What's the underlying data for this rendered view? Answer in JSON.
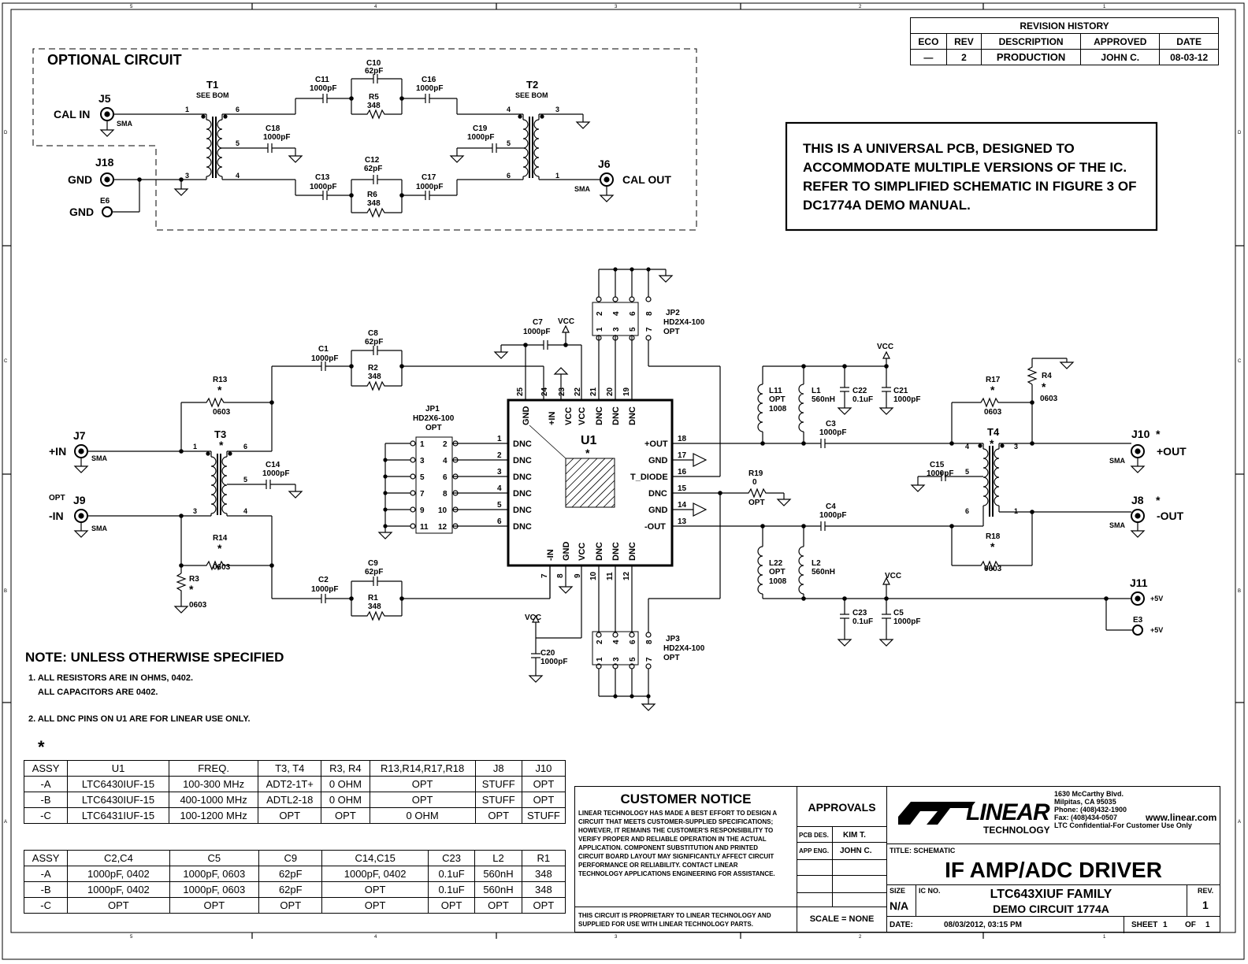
{
  "optional_title": "OPTIONAL CIRCUIT",
  "universal_note": [
    "THIS IS A UNIVERSAL PCB, DESIGNED TO",
    "ACCOMMODATE MULTIPLE VERSIONS OF THE IC.",
    "REFER TO SIMPLIFIED SCHEMATIC IN FIGURE 3 OF",
    "DC1774A DEMO MANUAL."
  ],
  "revision": {
    "title": "REVISION HISTORY",
    "headers": [
      "ECO",
      "REV",
      "DESCRIPTION",
      "APPROVED",
      "DATE"
    ],
    "row": [
      "—",
      "2",
      "PRODUCTION",
      "JOHN C.",
      "08-03-12"
    ]
  },
  "labels": {
    "cal_in": "CAL IN",
    "gnd": "GND",
    "cal_out": "CAL OUT",
    "in_p": "+IN",
    "in_n": "-IN",
    "opt": "OPT",
    "out_p": "+OUT",
    "out_n": "-OUT",
    "v5": "+5V",
    "sma": "SMA",
    "vcc": "VCC",
    "star": "*"
  },
  "parts": {
    "J5": "J5",
    "J18": "J18",
    "E6": "E6",
    "J6": "J6",
    "J7": "J7",
    "J9": "J9",
    "J10": "J10",
    "J8": "J8",
    "J11": "J11",
    "E3": "E3",
    "T1": "T1",
    "T2": "T2",
    "T3": "T3",
    "T4": "T4",
    "see_bom": "SEE BOM",
    "C10": "C10",
    "C11": "C11",
    "C12": "C12",
    "C13": "C13",
    "C16": "C16",
    "C17": "C17",
    "C18": "C18",
    "C19": "C19",
    "R5": "R5",
    "R6": "R6",
    "C1": "C1",
    "C2": "C2",
    "C8": "C8",
    "C9": "C9",
    "R1": "R1",
    "R2": "R2",
    "R13": "R13",
    "R14": "R14",
    "R3": "R3",
    "C14": "C14",
    "C7": "C7",
    "C20": "C20",
    "JP1": "JP1",
    "JP2": "JP2",
    "JP3": "JP3",
    "U1": "U1",
    "L11": "L11",
    "L1": "L1",
    "C22": "C22",
    "C21": "C21",
    "R17": "R17",
    "R4": "R4",
    "C3": "C3",
    "C15": "C15",
    "R19": "R19",
    "C4": "C4",
    "R18": "R18",
    "L22": "L22",
    "L2": "L2",
    "C23": "C23",
    "C5": "C5"
  },
  "values": {
    "v1000pF": "1000pF",
    "v62pF": "62pF",
    "v348": "348",
    "v0603": "0603",
    "v0": "0",
    "opt": "OPT",
    "v0_1uF": "0.1uF",
    "v560nH": "560nH",
    "v1008": "1008",
    "hd2x6": "HD2X6-100",
    "hd2x4": "HD2X4-100"
  },
  "pin_numbers": {
    "t1_1": "1",
    "t1_3": "3",
    "t1_5": "5",
    "t1_6": "6",
    "t1_4": "4"
  },
  "u1_pins_left": [
    "DNC",
    "DNC",
    "DNC",
    "DNC",
    "DNC",
    "DNC"
  ],
  "u1_pins_left_num": [
    "1",
    "2",
    "3",
    "4",
    "5",
    "6"
  ],
  "u1_pins_right": [
    "+OUT",
    "GND",
    "T_DIODE",
    "DNC",
    "GND",
    "-OUT"
  ],
  "u1_pins_right_num": [
    "18",
    "17",
    "16",
    "15",
    "14",
    "13"
  ],
  "u1_pins_top": [
    "GND",
    "+IN",
    "VCC",
    "VCC",
    "DNC",
    "DNC",
    "DNC"
  ],
  "u1_pins_top_num": [
    "25",
    "24",
    "23",
    "22",
    "21",
    "20",
    "19"
  ],
  "u1_pins_bottom": [
    "-IN",
    "GND",
    "VCC",
    "DNC",
    "DNC",
    "DNC"
  ],
  "u1_pins_bottom_num": [
    "7",
    "8",
    "9",
    "10",
    "11",
    "12"
  ],
  "jp1_left": [
    "1",
    "3",
    "5",
    "7",
    "9",
    "11"
  ],
  "jp1_right": [
    "2",
    "4",
    "6",
    "8",
    "10",
    "12"
  ],
  "jp_top": [
    "2",
    "4",
    "6",
    "8"
  ],
  "jp_bot": [
    "1",
    "3",
    "5",
    "7"
  ],
  "notes": {
    "title": "NOTE: UNLESS OTHERWISE SPECIFIED",
    "n1a": "1. ALL RESISTORS ARE IN OHMS, 0402.",
    "n1b": "ALL CAPACITORS ARE 0402.",
    "n2": "2. ALL DNC PINS ON U1 ARE FOR LINEAR USE ONLY.",
    "star": "*"
  },
  "bom1": {
    "headers": [
      "ASSY",
      "U1",
      "FREQ.",
      "T3, T4",
      "R3, R4",
      "R13,R14,R17,R18",
      "J8",
      "J10"
    ],
    "rows": [
      [
        "-A",
        "LTC6430IUF-15",
        "100-300 MHz",
        "ADT2-1T+",
        "0 OHM",
        "OPT",
        "STUFF",
        "OPT"
      ],
      [
        "-B",
        "LTC6430IUF-15",
        "400-1000 MHz",
        "ADTL2-18",
        "0 OHM",
        "OPT",
        "STUFF",
        "OPT"
      ],
      [
        "-C",
        "LTC6431IUF-15",
        "100-1200 MHz",
        "OPT",
        "OPT",
        "0 OHM",
        "OPT",
        "STUFF"
      ]
    ]
  },
  "bom2": {
    "headers": [
      "ASSY",
      "C2,C4",
      "C5",
      "C9",
      "C14,C15",
      "C23",
      "L2",
      "R1"
    ],
    "rows": [
      [
        "-A",
        "1000pF, 0402",
        "1000pF, 0603",
        "62pF",
        "1000pF, 0402",
        "0.1uF",
        "560nH",
        "348"
      ],
      [
        "-B",
        "1000pF, 0402",
        "1000pF, 0603",
        "62pF",
        "OPT",
        "0.1uF",
        "560nH",
        "348"
      ],
      [
        "-C",
        "OPT",
        "OPT",
        "OPT",
        "OPT",
        "OPT",
        "OPT",
        "OPT"
      ]
    ]
  },
  "title_block": {
    "customer_notice": "CUSTOMER NOTICE",
    "notice_text": [
      "LINEAR TECHNOLOGY HAS MADE A BEST EFFORT TO DESIGN A",
      "CIRCUIT THAT MEETS CUSTOMER-SUPPLIED SPECIFICATIONS;",
      "HOWEVER, IT REMAINS THE CUSTOMER'S RESPONSIBILITY TO",
      "VERIFY PROPER AND RELIABLE OPERATION IN THE ACTUAL",
      "APPLICATION. COMPONENT SUBSTITUTION AND PRINTED",
      "CIRCUIT BOARD LAYOUT MAY SIGNIFICANTLY AFFECT CIRCUIT",
      "PERFORMANCE OR RELIABILITY. CONTACT LINEAR",
      "TECHNOLOGY APPLICATIONS ENGINEERING FOR ASSISTANCE."
    ],
    "proprietary": [
      "THIS CIRCUIT IS PROPRIETARY TO LINEAR TECHNOLOGY AND",
      "SUPPLIED FOR USE WITH LINEAR TECHNOLOGY PARTS."
    ],
    "approvals": "APPROVALS",
    "pcb_des": "PCB DES.",
    "pcb_des_name": "KIM T.",
    "app_eng": "APP ENG.",
    "app_eng_name": "JOHN C.",
    "scale": "SCALE = NONE",
    "logo_text": "LINEAR",
    "logo_sub": "TECHNOLOGY",
    "address": [
      "1630 McCarthy Blvd.",
      "Milpitas, CA 95035",
      "Phone: (408)432-1900",
      "Fax: (408)434-0507",
      "LTC Confidential-For Customer Use Only"
    ],
    "website": "www.linear.com",
    "title_label": "TITLE: SCHEMATIC",
    "title": "IF AMP/ADC DRIVER",
    "size_label": "SIZE",
    "size": "N/A",
    "ic_no_label": "IC NO.",
    "ic_no": "LTC643XIUF FAMILY",
    "demo": "DEMO CIRCUIT 1774A",
    "rev_label": "REV.",
    "rev": "1",
    "date_label": "DATE:",
    "date": "08/03/2012, 03:15 PM",
    "sheet": "SHEET",
    "sheet_no": "1",
    "of": "OF",
    "of_no": "1"
  },
  "border": {
    "cols": [
      "5",
      "4",
      "3",
      "2",
      "1"
    ],
    "rows": [
      "D",
      "C",
      "B",
      "A"
    ]
  }
}
